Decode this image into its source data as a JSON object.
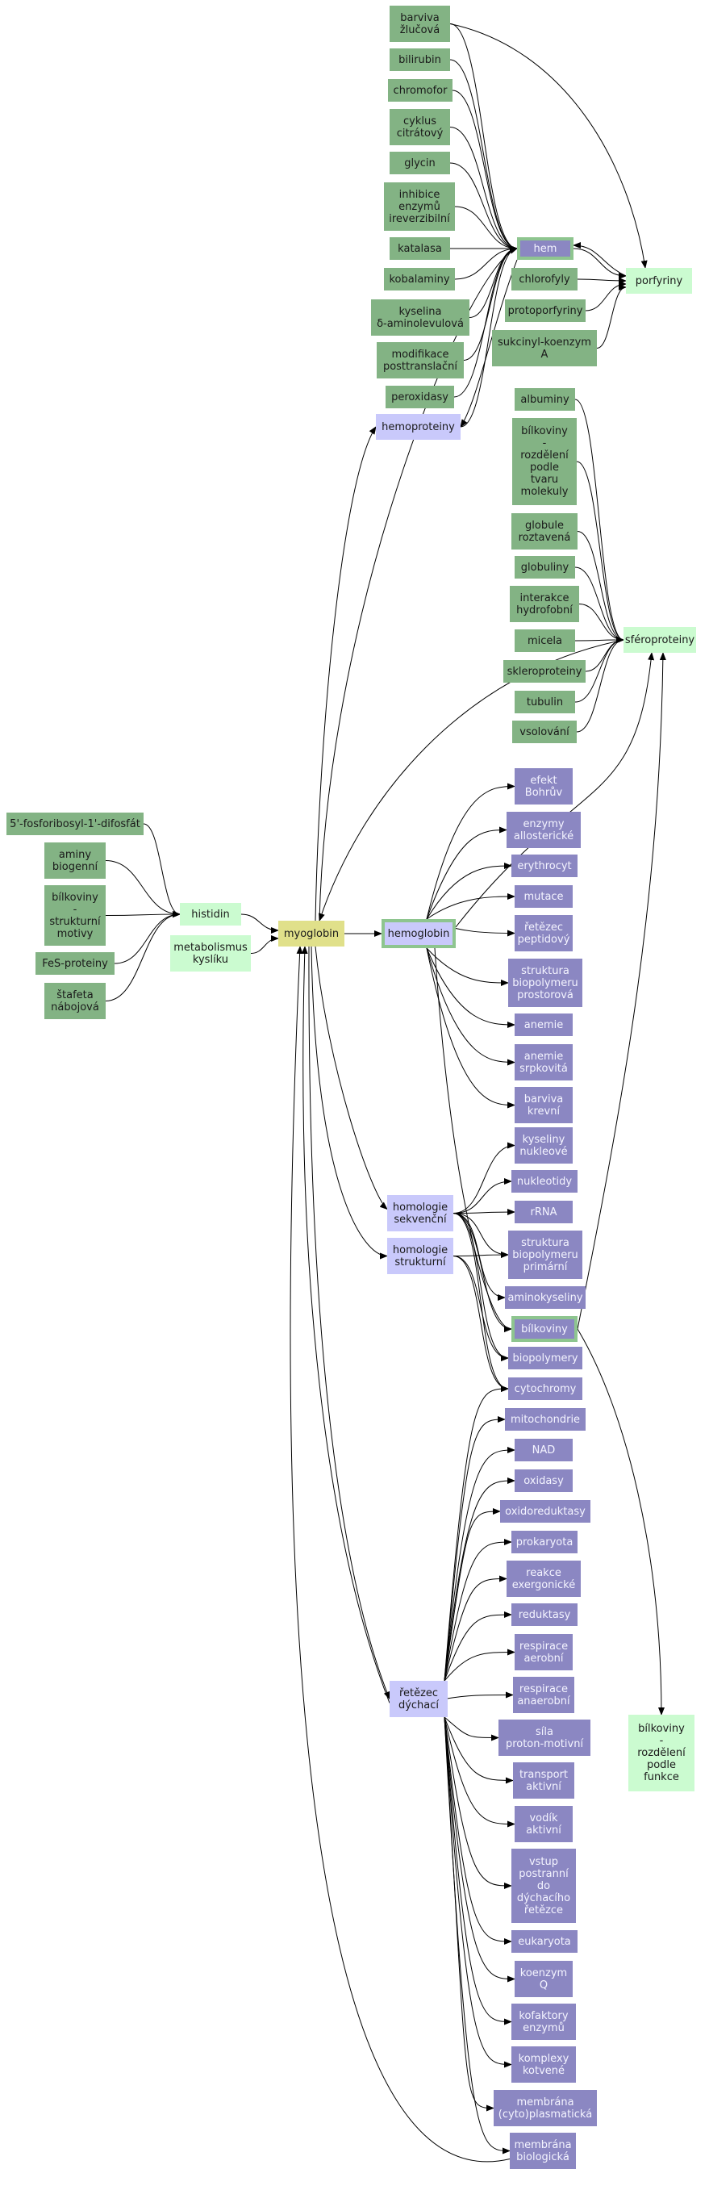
{
  "colors": {
    "green_node": "#83b384",
    "violet_node": "#8b87c2",
    "lavender_node": "#c9c9fb",
    "light_green_node": "#cbfbd0",
    "yellow_node": "#e0e08a",
    "edge": "#000000"
  },
  "nodes": {
    "barviva_zlucova": "barviva\nžlučová",
    "bilirubin": "bilirubin",
    "chromofor": "chromofor",
    "cyklus_citratovy": "cyklus\ncitrátový",
    "glycin": "glycin",
    "inhibice_enzymu": "inhibice\nenzymů\nireverzibilní",
    "katalasa": "katalasa",
    "kobalaminy": "kobalaminy",
    "kyselina_aminolevulova": "kyselina\nδ-aminolevulová",
    "modifikace": "modifikace\nposttranslační",
    "peroxidasy": "peroxidasy",
    "hemoproteiny": "hemoproteiny",
    "hem": "hem",
    "chlorofyly": "chlorofyly",
    "protoporfyriny": "protoporfyriny",
    "sukcinyl_koenzym": "sukcinyl-koenzym\nA",
    "porfyriny": "porfyriny",
    "albuminy": "albuminy",
    "bilkoviny_tvar": "bílkoviny\n-\nrozdělení\npodle\ntvaru\nmolekuly",
    "globule": "globule\nroztavená",
    "globuliny": "globuliny",
    "interakce": "interakce\nhydrofobní",
    "micela": "micela",
    "skleroproteiny": "skleroproteiny",
    "tubulin": "tubulin",
    "vsolovani": "vsolování",
    "sferoproteiny": "sféroproteiny",
    "fosforibosyl": "5'-fosforibosyl-1'-difosfát",
    "aminy_biogenni": "aminy\nbiogenní",
    "bilkoviny_motivy": "bílkoviny\n-\nstrukturní\nmotivy",
    "fes_proteiny": "FeS-proteiny",
    "stafeta": "štafeta\nnábojová",
    "histidin": "histidin",
    "metabolismus_kysliku": "metabolismus\nkyslíku",
    "myoglobin": "myoglobin",
    "hemoglobin": "hemoglobin",
    "efekt_bohruv": "efekt\nBohrův",
    "enzymy_allostericke": "enzymy\nallosterické",
    "erythrocyt": "erythrocyt",
    "mutace": "mutace",
    "retezec_peptidovy": "řetězec\npeptidový",
    "struktura_prostorova": "struktura\nbiopolymeru\nprostorová",
    "anemie": "anemie",
    "anemie_srpkovita": "anemie\nsrpkovitá",
    "barviva_krevni": "barviva\nkrevní",
    "homologie_sekvencni": "homologie\nsekvenční",
    "homologie_strukturni": "homologie\nstrukturní",
    "kyseliny_nukleove": "kyseliny\nnukleové",
    "nukleotidy": "nukleotidy",
    "rrna": "rRNA",
    "struktura_primarni": "struktura\nbiopolymeru\nprimární",
    "aminokyseliny": "aminokyseliny",
    "bilkoviny": "bílkoviny",
    "biopolymery": "biopolymery",
    "cytochromy": "cytochromy",
    "retezec_dychaci": "řetězec\ndýchací",
    "mitochondrie": "mitochondrie",
    "nad": "NAD",
    "oxidasy": "oxidasy",
    "oxidoreduktasy": "oxidoreduktasy",
    "prokaryota": "prokaryota",
    "reakce_exergonicke": "reakce\nexergonické",
    "reduktasy": "reduktasy",
    "respirace_aerobni": "respirace\naerobní",
    "respirace_anaerobni": "respirace\nanaerobní",
    "sila_proton": "síla\nproton-motivní",
    "transport_aktivni": "transport\naktivní",
    "vodik_aktivni": "vodík\naktivní",
    "vstup_postranni": "vstup\npostranní\ndo\ndýchacího\nřetězce",
    "eukaryota": "eukaryota",
    "koenzym_q": "koenzym\nQ",
    "kofaktory": "kofaktory\nenzymů",
    "komplexy": "komplexy\nkotvené",
    "membrana_cyto": "membrána\n(cyto)plasmatická",
    "membrana_biologicka": "membrána\nbiologická",
    "bilkoviny_funkce": "bílkoviny\n-\nrozdělení\npodle\nfunkce"
  }
}
